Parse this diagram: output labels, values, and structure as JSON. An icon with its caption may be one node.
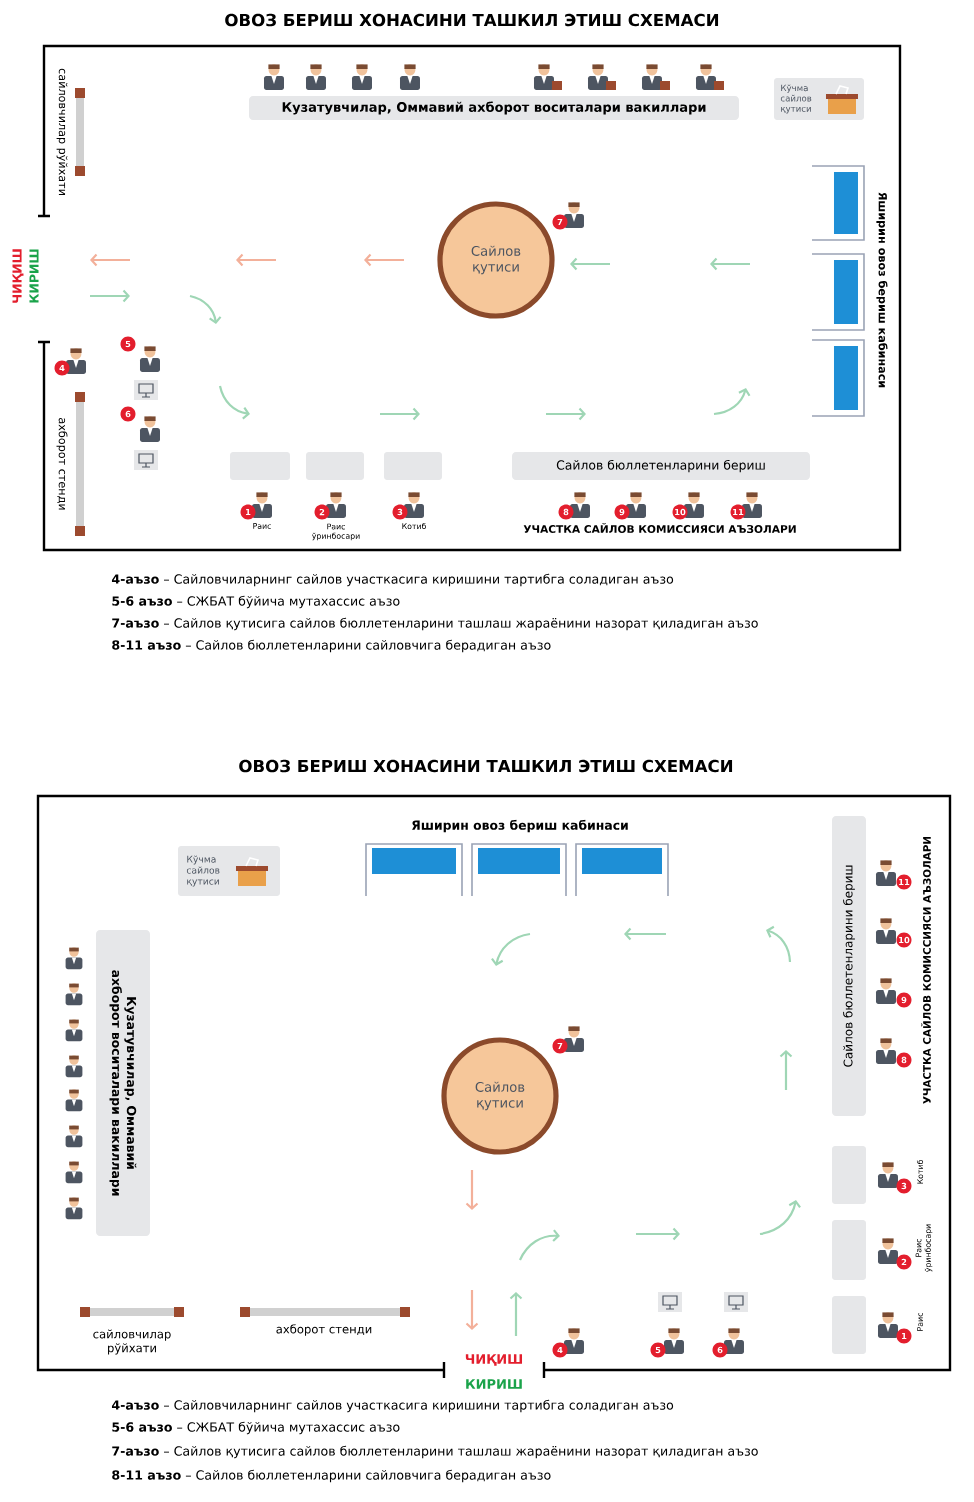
{
  "diagram": {
    "title": "ОВОЗ БЕРИШ ХОНАСИНИ ТАШКИЛ ЭТИШ СХЕМАСИ",
    "nodes": [
      {
        "text": [
          "Кузатувчилар, Оммавий ахборот воситалари вакиллари"
        ]
      },
      {
        "text": [
          "Кўчма сайлов қутиси"
        ]
      },
      {
        "text": [
          "Сайлов қутиси"
        ]
      },
      {
        "text": [],
        "shape": "box"
      },
      {
        "text": [],
        "shape": "box"
      },
      {
        "text": [],
        "shape": "box"
      },
      {
        "text": [
          "Сайлов бюллетенларини бериш"
        ]
      },
      {
        "text": [
          "Кўчма сайлов қутиси"
        ]
      },
      {
        "text": [
          "Кузатувчилар, Оммавий ахборот воситалари вакиллари"
        ]
      },
      {
        "text": [
          "Сайлов қутиси"
        ]
      },
      {
        "text": [
          "Сайлов бюллетенларини бериш"
        ]
      },
      {
        "text": [],
        "shape": "box"
      },
      {
        "text": [],
        "shape": "box"
      },
      {
        "text": [],
        "shape": "box"
      }
    ],
    "labels": [
      "сайловчилар рўйхати",
      "ЧИҚИШ",
      "КИРИШ",
      "Яширин овоз бериш кабинаси",
      "7",
      "4",
      "5",
      "6",
      "ахборот стенди",
      "1",
      "Раис",
      "2",
      "Раис ўринбосари",
      "3",
      "Котиб",
      "8",
      "9",
      "10",
      "11",
      "УЧАСТКА САЙЛОВ КОМИССИЯСИ АЪЗОЛАРИ",
      "**4-аъзо** – Сайловчиларнинг сайлов участкасига киришини тартибга соладиган аъзо",
      "**5-6 аъзо** – СЖБАТ бўйича мутахассис аъзо",
      "**7-аъзо** – Сайлов қутисига сайлов бюллетенларини ташлаш жараёнини назорат қиладиган аъзо",
      "**8-11 аъзо** – Сайлов бюллетенларини сайловчига берадиган аъзо",
      "ОВОЗ БЕРИШ ХОНАСИНИ ТАШКИЛ ЭТИШ СХЕМАСИ",
      "Яширин овоз бериш кабинаси",
      "УЧАСТКА САЙЛОВ КОМИССИЯСИ АЪЗОЛАРИ",
      "11",
      "10",
      "9",
      "8",
      "7",
      "3",
      "Котиб",
      "2",
      "Раис ўринбосари",
      "1",
      "Раис",
      "сайловчилар рўйхати",
      "ахборот стенди",
      "ЧИҚИШ",
      "4",
      "5",
      "6",
      "КИРИШ",
      "**4-аъзо** – Сайловчиларнинг сайлов участкасига киришини тартибга соладиган аъзо",
      "**5-6 аъзо** – СЖБАТ бўйича мутахассис аъзо",
      "**7-аъзо** – Сайлов қутисига сайлов бюллетенларини ташлаш жараёнини назорат қиладиган аъзо",
      "**8-11 аъзо** – Сайлов бюллетенларини сайловчига берадиган аъзо"
    ]
  }
}
